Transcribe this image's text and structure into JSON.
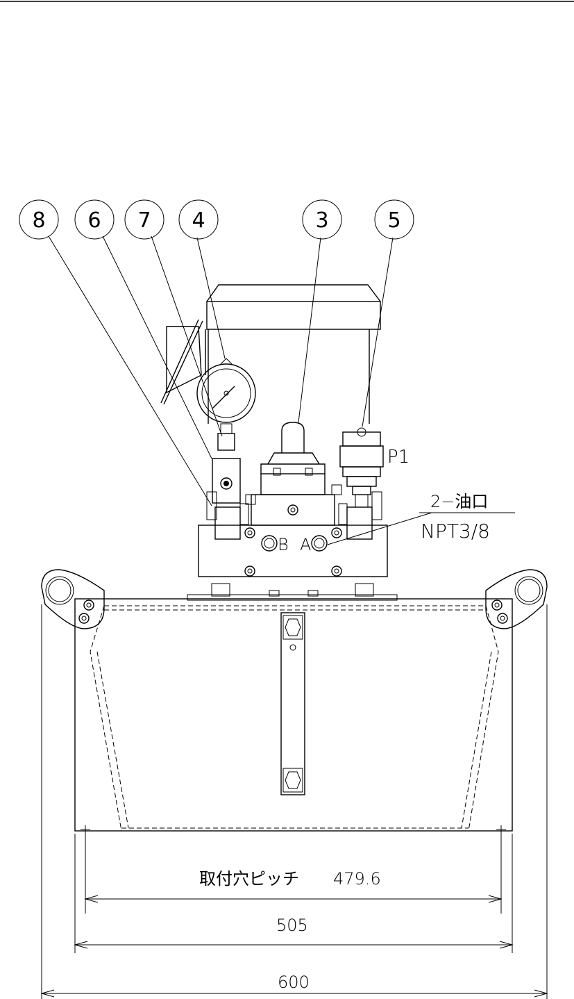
{
  "callouts": [
    {
      "id": "8",
      "label": "8"
    },
    {
      "id": "6",
      "label": "6"
    },
    {
      "id": "7",
      "label": "7"
    },
    {
      "id": "4",
      "label": "4"
    },
    {
      "id": "3",
      "label": "3"
    },
    {
      "id": "5",
      "label": "5"
    }
  ],
  "labels": {
    "port_p1": "P1",
    "port_b": "B",
    "port_a": "A",
    "oil_port_note": "2−油口",
    "oil_port_spec": "NPT3/8"
  },
  "dimensions": {
    "mount_pitch_label": "取付穴ピッチ",
    "mount_pitch_value": "479.6",
    "inner_width": "505",
    "overall_width": "600"
  }
}
